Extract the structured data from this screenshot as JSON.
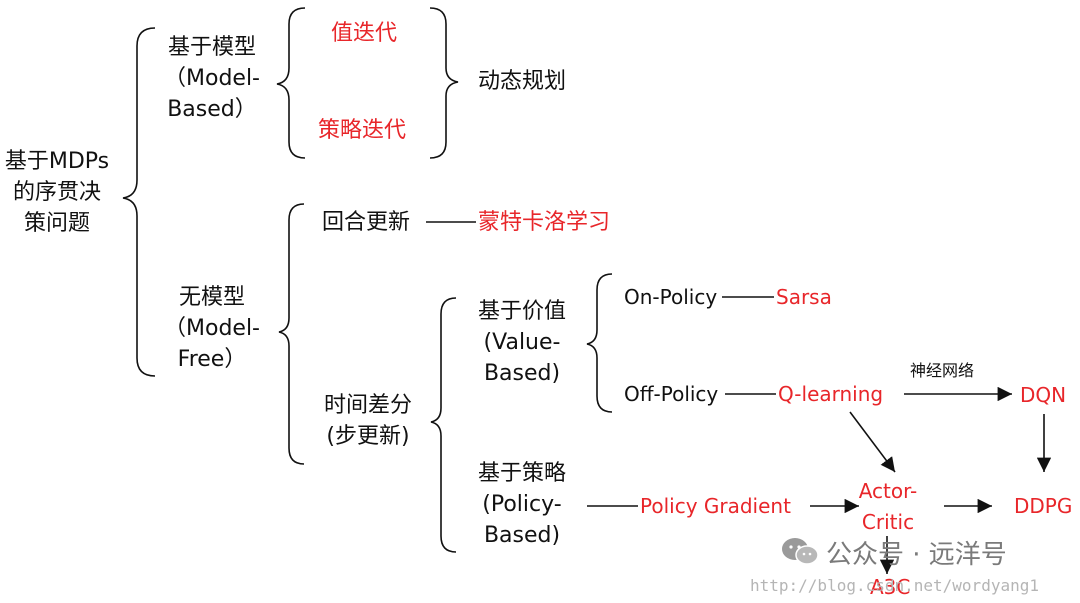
{
  "nodes": {
    "root": [
      "基于MDPs",
      "的序贯决",
      "策问题"
    ],
    "model_based": [
      "基于模型",
      "（Model-",
      "Based）"
    ],
    "value_iteration": "值迭代",
    "policy_iteration": "策略迭代",
    "dynamic_programming": "动态规划",
    "model_free": [
      "无模型",
      "（Model-",
      "Free）"
    ],
    "episode_update": "回合更新",
    "monte_carlo": "蒙特卡洛学习",
    "temporal_difference": [
      "时间差分",
      "(步更新)"
    ],
    "value_based": [
      "基于价值",
      "(Value-",
      "Based)"
    ],
    "on_policy": "On-Policy",
    "sarsa": "Sarsa",
    "off_policy": "Off-Policy",
    "q_learning": "Q-learning",
    "neural_network": "神经网络",
    "dqn": "DQN",
    "policy_based": [
      "基于策略",
      "(Policy-",
      "Based)"
    ],
    "policy_gradient": "Policy Gradient",
    "actor_critic": [
      "Actor-",
      "Critic"
    ],
    "ddpg": "DDPG",
    "a3c": "A3C"
  },
  "watermark": {
    "label": "公众号 · 远洋号",
    "url": "http://blog.csdn.net/wordyang1"
  },
  "colors": {
    "text": "#111111",
    "highlight": "#e8262a",
    "watermark": "#7a7a7a"
  }
}
